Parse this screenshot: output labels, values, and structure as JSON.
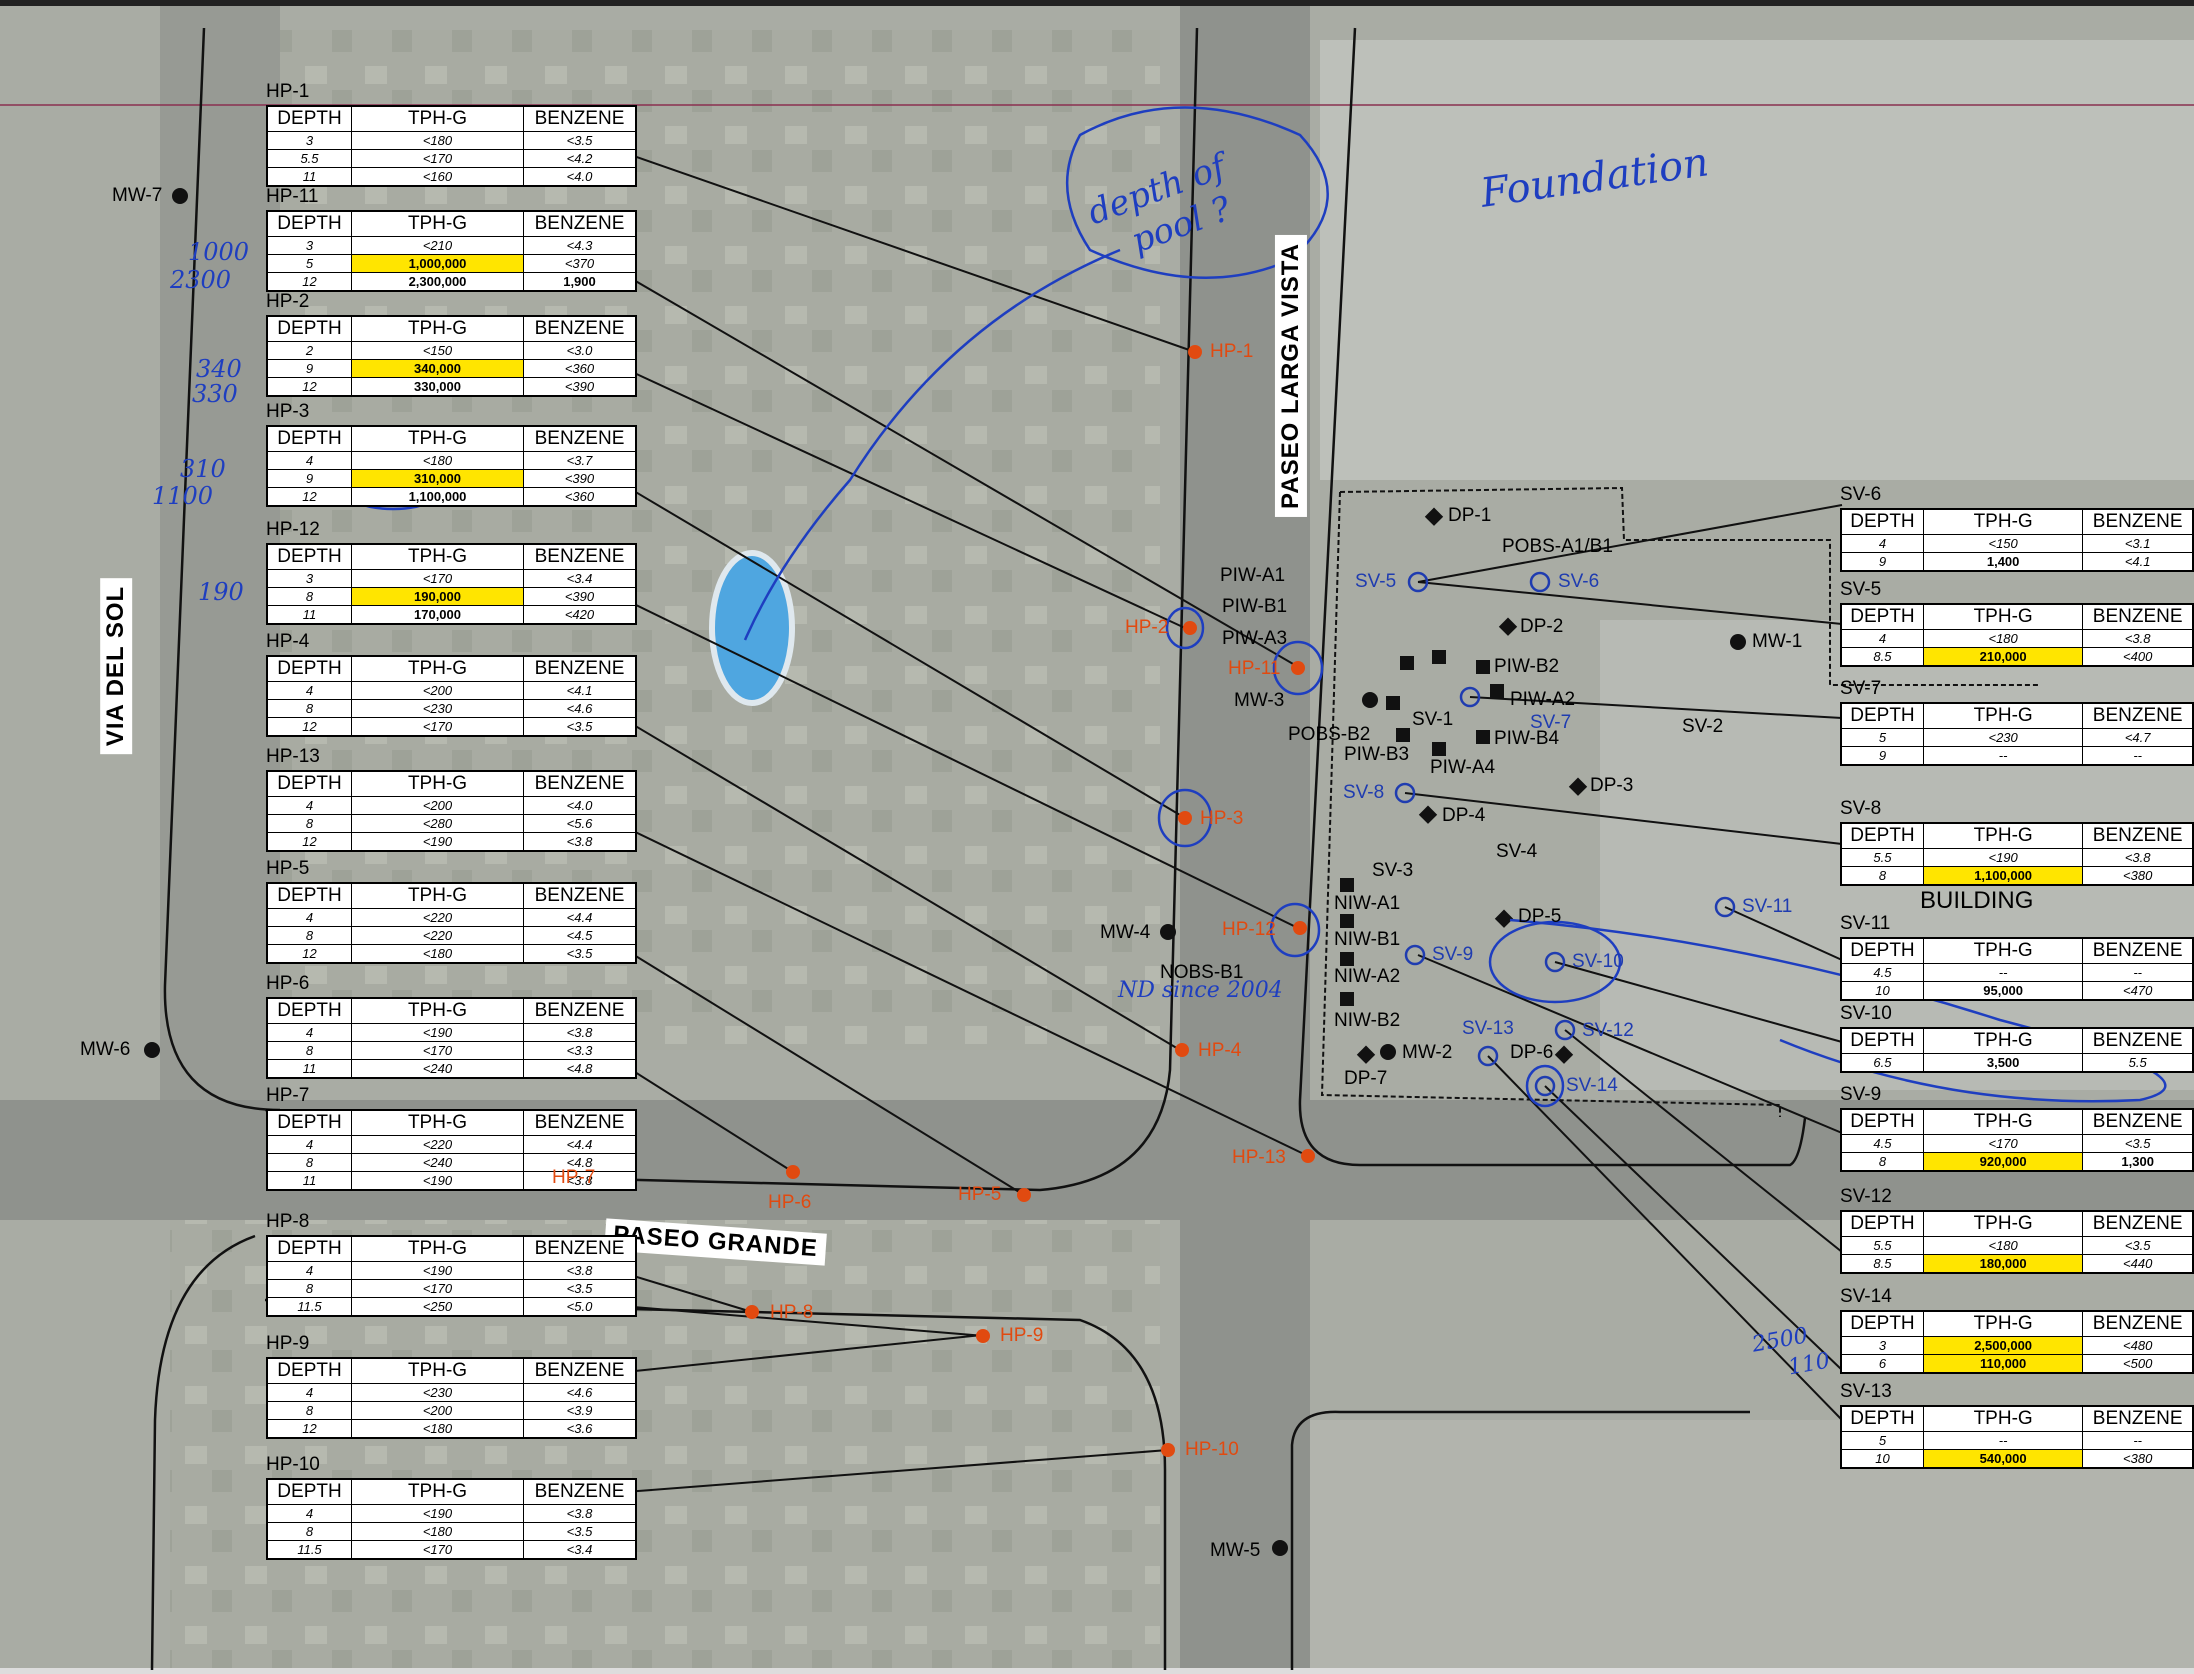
{
  "map": {
    "streets": {
      "via_del_sol": "VIA DEL SOL",
      "paseo_larga_vista": "PASEO LARGA VISTA",
      "paseo_grande": "PASEO GRANDE"
    },
    "building_label": "BUILDING",
    "table_headers": [
      "DEPTH",
      "TPH-G",
      "BENZENE"
    ],
    "colors": {
      "hp_points": "#e14a10",
      "sv_points": "#1f3cb0",
      "highlight": "#ffe500",
      "handwriting": "#1e3ec0"
    }
  },
  "hp_tables": [
    {
      "id": "HP-1",
      "rows": [
        [
          "3",
          "<180",
          "<3.5"
        ],
        [
          "5.5",
          "<170",
          "<4.2"
        ],
        [
          "11",
          "<160",
          "<4.0"
        ]
      ]
    },
    {
      "id": "HP-11",
      "rows": [
        [
          "3",
          "<210",
          "<4.3"
        ],
        [
          "5",
          "1,000,000",
          "<370"
        ],
        [
          "12",
          "2,300,000",
          "1,900"
        ]
      ]
    },
    {
      "id": "HP-2",
      "rows": [
        [
          "2",
          "<150",
          "<3.0"
        ],
        [
          "9",
          "340,000",
          "<360"
        ],
        [
          "12",
          "330,000",
          "<390"
        ]
      ]
    },
    {
      "id": "HP-3",
      "rows": [
        [
          "4",
          "<180",
          "<3.7"
        ],
        [
          "9",
          "310,000",
          "<390"
        ],
        [
          "12",
          "1,100,000",
          "<360"
        ]
      ]
    },
    {
      "id": "HP-12",
      "rows": [
        [
          "3",
          "<170",
          "<3.4"
        ],
        [
          "8",
          "190,000",
          "<390"
        ],
        [
          "11",
          "170,000",
          "<420"
        ]
      ]
    },
    {
      "id": "HP-4",
      "rows": [
        [
          "4",
          "<200",
          "<4.1"
        ],
        [
          "8",
          "<230",
          "<4.6"
        ],
        [
          "12",
          "<170",
          "<3.5"
        ]
      ]
    },
    {
      "id": "HP-13",
      "rows": [
        [
          "4",
          "<200",
          "<4.0"
        ],
        [
          "8",
          "<280",
          "<5.6"
        ],
        [
          "12",
          "<190",
          "<3.8"
        ]
      ]
    },
    {
      "id": "HP-5",
      "rows": [
        [
          "4",
          "<220",
          "<4.4"
        ],
        [
          "8",
          "<220",
          "<4.5"
        ],
        [
          "12",
          "<180",
          "<3.5"
        ]
      ]
    },
    {
      "id": "HP-6",
      "rows": [
        [
          "4",
          "<190",
          "<3.8"
        ],
        [
          "8",
          "<170",
          "<3.3"
        ],
        [
          "11",
          "<240",
          "<4.8"
        ]
      ]
    },
    {
      "id": "HP-7",
      "rows": [
        [
          "4",
          "<220",
          "<4.4"
        ],
        [
          "8",
          "<240",
          "<4.8"
        ],
        [
          "11",
          "<190",
          "<3.8"
        ]
      ]
    },
    {
      "id": "HP-8",
      "rows": [
        [
          "4",
          "<190",
          "<3.8"
        ],
        [
          "8",
          "<170",
          "<3.5"
        ],
        [
          "11.5",
          "<250",
          "<5.0"
        ]
      ]
    },
    {
      "id": "HP-9",
      "rows": [
        [
          "4",
          "<230",
          "<4.6"
        ],
        [
          "8",
          "<200",
          "<3.9"
        ],
        [
          "12",
          "<180",
          "<3.6"
        ]
      ]
    },
    {
      "id": "HP-10",
      "rows": [
        [
          "4",
          "<190",
          "<3.8"
        ],
        [
          "8",
          "<180",
          "<3.5"
        ],
        [
          "11.5",
          "<170",
          "<3.4"
        ]
      ]
    }
  ],
  "sv_tables": [
    {
      "id": "SV-6",
      "rows": [
        [
          "4",
          "<150",
          "<3.1"
        ],
        [
          "9",
          "1,400",
          "<4.1"
        ]
      ]
    },
    {
      "id": "SV-5",
      "rows": [
        [
          "4",
          "<180",
          "<3.8"
        ],
        [
          "8.5",
          "210,000",
          "<400"
        ]
      ]
    },
    {
      "id": "SV-7",
      "rows": [
        [
          "5",
          "<230",
          "<4.7"
        ],
        [
          "9",
          "--",
          "--"
        ]
      ]
    },
    {
      "id": "SV-8",
      "rows": [
        [
          "5.5",
          "<190",
          "<3.8"
        ],
        [
          "8",
          "1,100,000",
          "<380"
        ]
      ]
    },
    {
      "id": "SV-11",
      "rows": [
        [
          "4.5",
          "--",
          "--"
        ],
        [
          "10",
          "95,000",
          "<470"
        ]
      ]
    },
    {
      "id": "SV-10",
      "rows": [
        [
          "6.5",
          "3,500",
          "5.5"
        ]
      ]
    },
    {
      "id": "SV-9",
      "rows": [
        [
          "4.5",
          "<170",
          "<3.5"
        ],
        [
          "8",
          "920,000",
          "1,300"
        ]
      ]
    },
    {
      "id": "SV-12",
      "rows": [
        [
          "5.5",
          "<180",
          "<3.5"
        ],
        [
          "8.5",
          "180,000",
          "<440"
        ]
      ]
    },
    {
      "id": "SV-14",
      "rows": [
        [
          "3",
          "2,500,000",
          "<480"
        ],
        [
          "6",
          "110,000",
          "<500"
        ]
      ]
    },
    {
      "id": "SV-13",
      "rows": [
        [
          "5",
          "--",
          "--"
        ],
        [
          "10",
          "540,000",
          "<380"
        ]
      ]
    }
  ],
  "points": [
    {
      "label": "HP-1",
      "kind": "hp"
    },
    {
      "label": "HP-2",
      "kind": "hp"
    },
    {
      "label": "HP-11",
      "kind": "hp"
    },
    {
      "label": "HP-3",
      "kind": "hp"
    },
    {
      "label": "HP-12",
      "kind": "hp"
    },
    {
      "label": "HP-4",
      "kind": "hp"
    },
    {
      "label": "HP-13",
      "kind": "hp"
    },
    {
      "label": "HP-7",
      "kind": "hp"
    },
    {
      "label": "HP-6",
      "kind": "hp"
    },
    {
      "label": "HP-5",
      "kind": "hp"
    },
    {
      "label": "HP-8",
      "kind": "hp"
    },
    {
      "label": "HP-9",
      "kind": "hp"
    },
    {
      "label": "HP-10",
      "kind": "hp"
    },
    {
      "label": "SV-5",
      "kind": "sv"
    },
    {
      "label": "SV-6",
      "kind": "sv"
    },
    {
      "label": "SV-7",
      "kind": "sv"
    },
    {
      "label": "SV-8",
      "kind": "sv"
    },
    {
      "label": "SV-9",
      "kind": "sv"
    },
    {
      "label": "SV-10",
      "kind": "sv"
    },
    {
      "label": "SV-11",
      "kind": "sv"
    },
    {
      "label": "SV-12",
      "kind": "sv"
    },
    {
      "label": "SV-13",
      "kind": "sv"
    },
    {
      "label": "SV-14",
      "kind": "sv"
    },
    {
      "label": "MW-7",
      "kind": "mw"
    },
    {
      "label": "MW-6",
      "kind": "mw"
    },
    {
      "label": "MW-4",
      "kind": "mw"
    },
    {
      "label": "MW-5",
      "kind": "mw"
    },
    {
      "label": "MW-3",
      "kind": "mw"
    },
    {
      "label": "MW-2",
      "kind": "mw"
    },
    {
      "label": "MW-1",
      "kind": "mw"
    },
    {
      "label": "DP-1",
      "kind": "dp"
    },
    {
      "label": "DP-2",
      "kind": "dp"
    },
    {
      "label": "DP-3",
      "kind": "dp"
    },
    {
      "label": "DP-4",
      "kind": "dp"
    },
    {
      "label": "DP-5",
      "kind": "dp"
    },
    {
      "label": "DP-6",
      "kind": "dp"
    },
    {
      "label": "DP-7",
      "kind": "dp"
    },
    {
      "label": "SV-1",
      "kind": "sv_black"
    },
    {
      "label": "SV-2",
      "kind": "sv_black"
    },
    {
      "label": "SV-3",
      "kind": "sv_black"
    },
    {
      "label": "SV-4",
      "kind": "sv_black"
    }
  ],
  "site_labels": [
    "PIW-A1",
    "PIW-B1",
    "PIW-A3",
    "PIW-B2",
    "PIW-A2",
    "PIW-B3",
    "PIW-B4",
    "PIW-A4",
    "POBS-A1/B1",
    "POBS-B2",
    "NIW-A1",
    "NIW-B1",
    "NIW-A2",
    "NIW-B2",
    "NOBS-B1"
  ],
  "handwriting": {
    "pool_note_1": "depth of",
    "pool_note_2": "pool ?",
    "foundation": "Foundation",
    "nd_note": "ND since 2004",
    "margin": [
      "1000",
      "2300",
      "340",
      "330",
      "310",
      "1100",
      "190",
      "2500",
      "110"
    ]
  }
}
